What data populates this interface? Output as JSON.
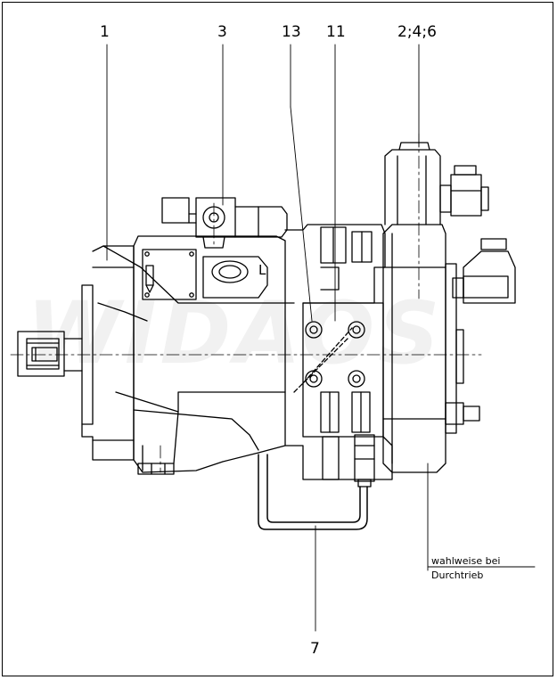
{
  "watermark": "WIDAOS",
  "callouts": {
    "c1": "1",
    "c3": "3",
    "c13": "13",
    "c11": "11",
    "c246": "2;4;6",
    "c7": "7"
  },
  "port_label": "L",
  "note": {
    "line1": "wahlweise bei",
    "line2": "Durchtrieb"
  }
}
